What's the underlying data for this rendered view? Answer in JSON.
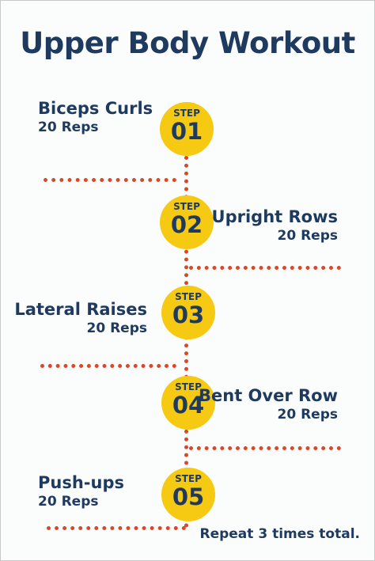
{
  "title": "Upper Body Workout",
  "step_label": "STEP",
  "steps": [
    {
      "number": "01",
      "exercise": "Biceps Curls",
      "reps": "20 Reps"
    },
    {
      "number": "02",
      "exercise": "Upright Rows",
      "reps": "20 Reps"
    },
    {
      "number": "03",
      "exercise": "Lateral Raises",
      "reps": "20 Reps"
    },
    {
      "number": "04",
      "exercise": "Bent Over Row",
      "reps": "20 Reps"
    },
    {
      "number": "05",
      "exercise": "Push-ups",
      "reps": "20 Reps"
    }
  ],
  "footer": "Repeat 3 times total.",
  "colors": {
    "navy": "#1f3a5f",
    "yellow": "#f6c913",
    "red_dots": "#d9482b"
  }
}
